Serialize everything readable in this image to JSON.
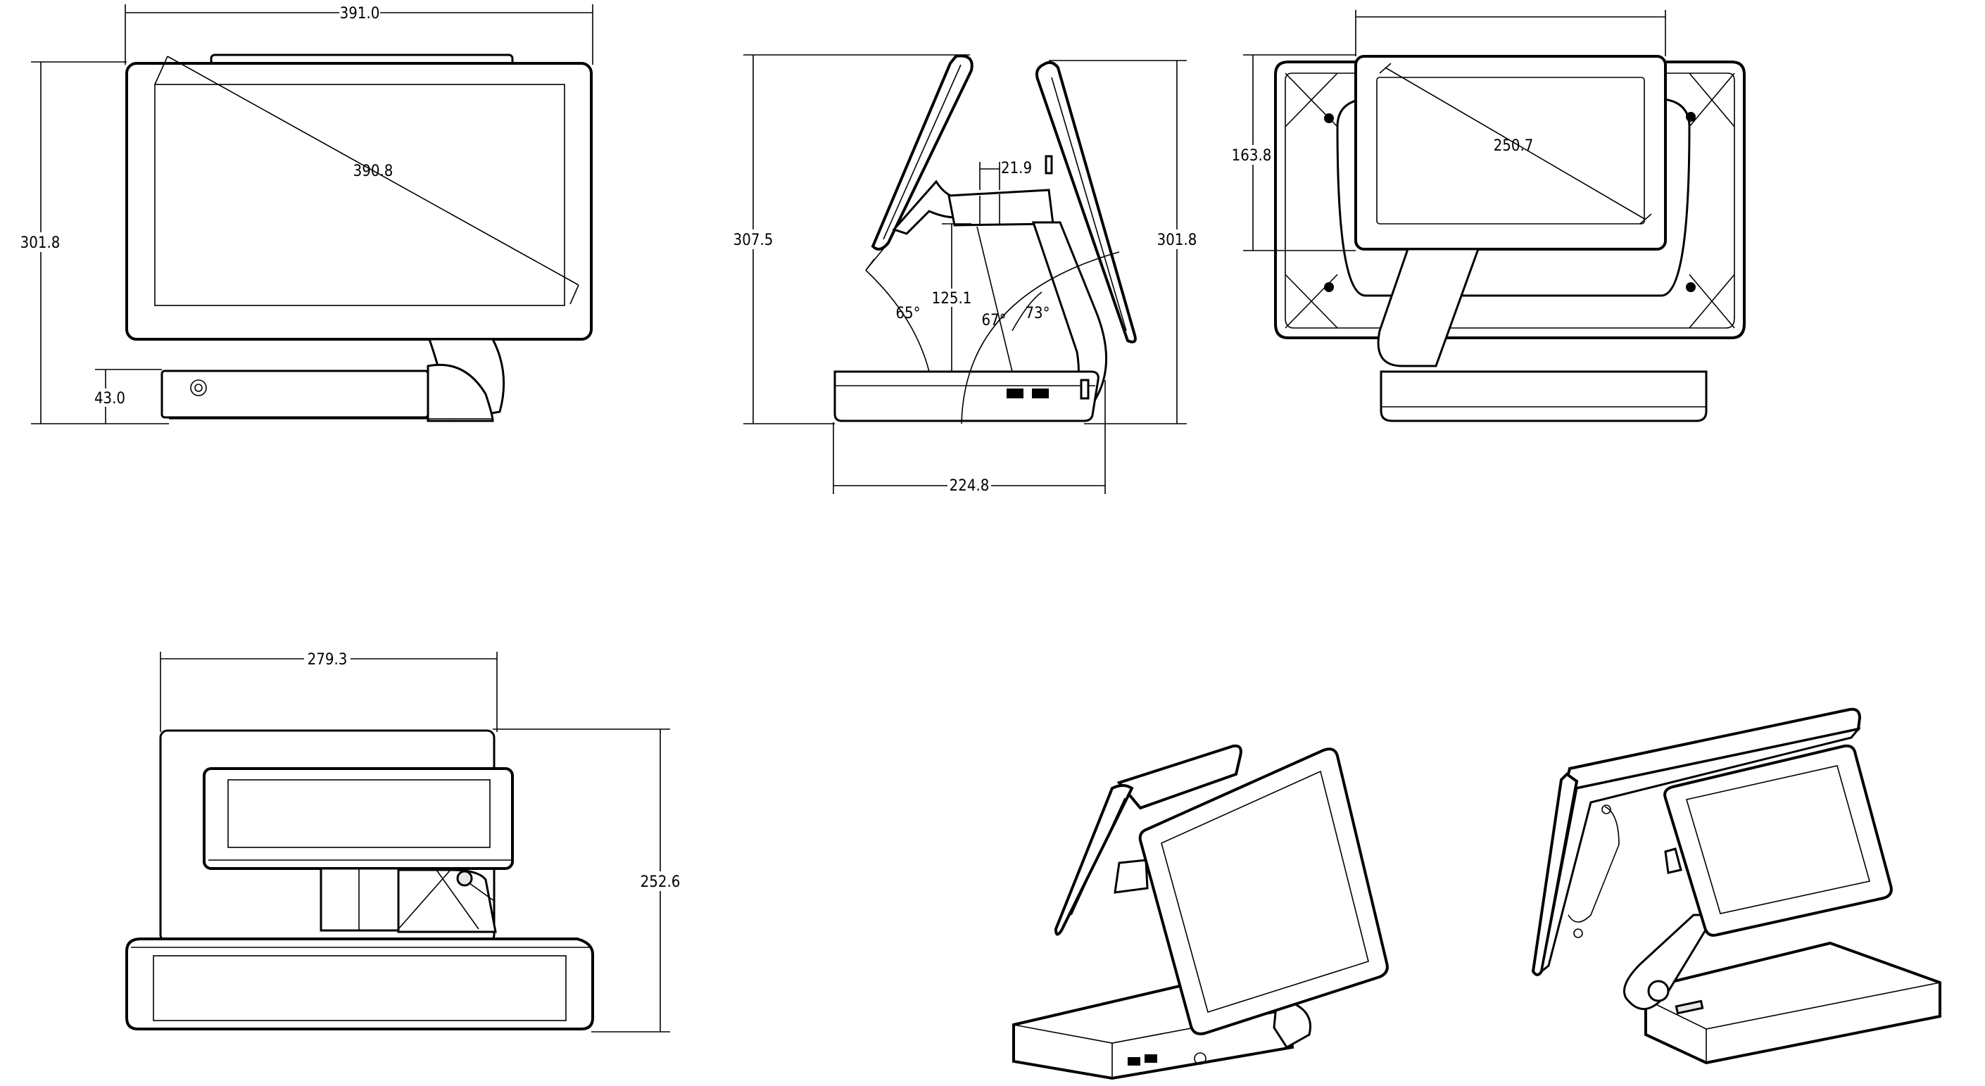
{
  "drawing": {
    "front_view": {
      "width_label": "391.0",
      "diagonal_label": "390.8",
      "height_label": "301.8",
      "base_height_label": "43.0"
    },
    "side_view": {
      "total_height_label": "307.5",
      "gap_label": "21.9",
      "hinge_height_label": "125.1",
      "height_right_label": "301.8",
      "angle_left_label": "65°",
      "angle_mid_label": "67°",
      "angle_right_label": "73°",
      "depth_label": "224.8"
    },
    "rear_view": {
      "height_label": "163.8",
      "diagonal_label": "250.7"
    },
    "top_view": {
      "width_label": "279.3",
      "depth_label": "252.6"
    }
  }
}
